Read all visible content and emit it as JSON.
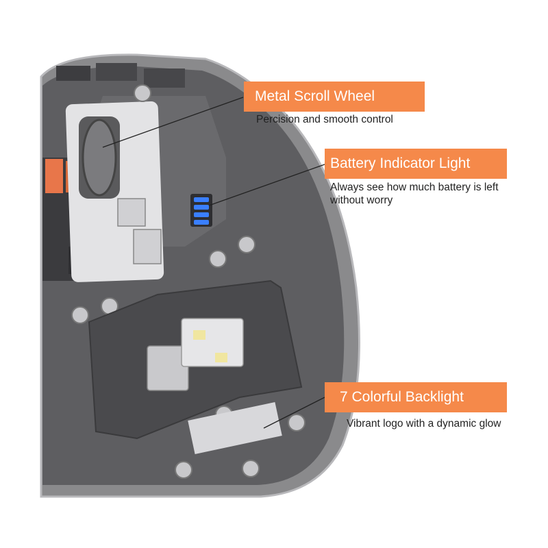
{
  "callouts": [
    {
      "title": "Metal Scroll Wheel",
      "desc": "Percision and smooth control"
    },
    {
      "title": "Battery Indicator Light",
      "desc": "Always see how much battery is left without worry"
    },
    {
      "title": "7 Colorful Backlight",
      "desc": "Vibrant logo with a dynamic glow"
    }
  ],
  "colors": {
    "accent": "#f5894a",
    "shell": "#5a5a5c",
    "led": "#3a7fff"
  }
}
